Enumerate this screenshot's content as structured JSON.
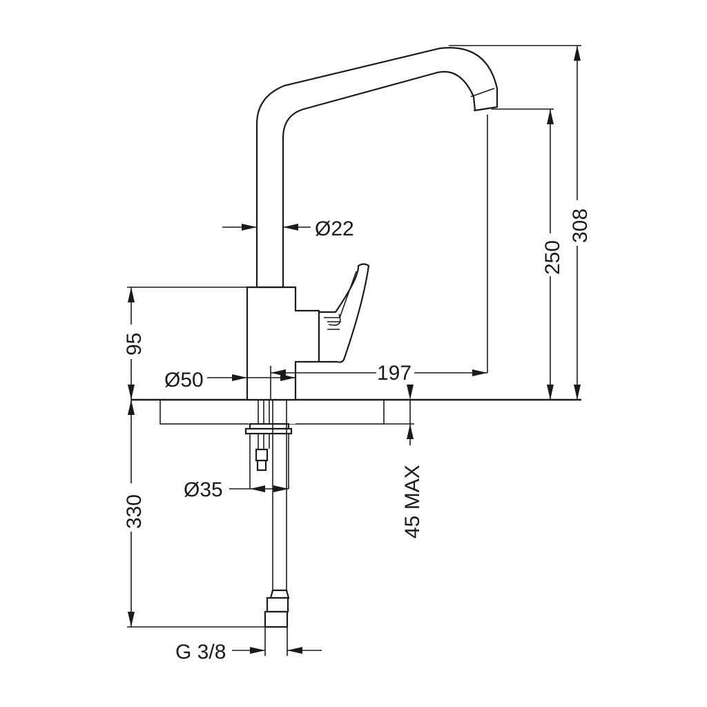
{
  "drawing": {
    "dimensions": {
      "spout_diameter": "Ø22",
      "body_diameter": "Ø50",
      "hole_diameter": "Ø35",
      "spout_reach": "197",
      "total_height": "308",
      "spout_height": "250",
      "body_height": "95",
      "hose_length": "330",
      "max_thickness": "45 MAX",
      "connection_thread": "G 3/8"
    }
  }
}
